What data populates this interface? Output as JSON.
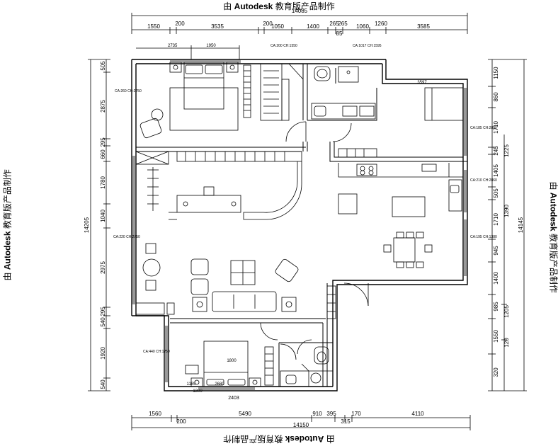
{
  "watermark": {
    "prefix": "由",
    "brand": "Autodesk",
    "suffix": "教育版产品制作"
  },
  "dims": {
    "top_total": "14085",
    "top_segments": [
      "1550",
      "200",
      "3535",
      "200",
      "1050",
      "1400",
      "265",
      "265",
      "1060",
      "1260",
      "3585"
    ],
    "top_small": "85",
    "bottom_total": "14150",
    "bottom_segments": [
      "1560",
      "200",
      "5490",
      "910",
      "395",
      "170",
      "4110"
    ],
    "bottom_small": "315",
    "left_total": "14205",
    "left_segments": [
      "505",
      "2875",
      "295",
      "660",
      "1780",
      "1040",
      "2975",
      "295",
      "540",
      "1920",
      "540"
    ],
    "right_total": "14145",
    "right_segments": [
      "1150",
      "860",
      "1710",
      "245",
      "1405",
      "505",
      "1710",
      "945",
      "1400",
      "985",
      "1550",
      "320"
    ],
    "right_inner": [
      "1225",
      "1390",
      "1205",
      "120"
    ]
  },
  "labels": {
    "bed_top_w1": "2735",
    "bed_top_w2": "1950",
    "bed_top_size": "3597",
    "room_bed1": "CA:260 CH:2750",
    "room_closet": "CA:200 CH:1550",
    "room_bath": "CA:1017 CH:1595",
    "room_kitchen1": "CA:185 CH:2850",
    "room_kitchen2": "CA:210 CH:2860",
    "room_dining": "CA:195 CH:1380",
    "room_living": "CA:220 CH:2750",
    "room_bed2": "CA:440 CH:1759",
    "bed2_size": "1800",
    "bed2_w1": "1185",
    "bed2_w2": "1300",
    "bed2_w3": "2680",
    "bed2_w4": "2403"
  }
}
